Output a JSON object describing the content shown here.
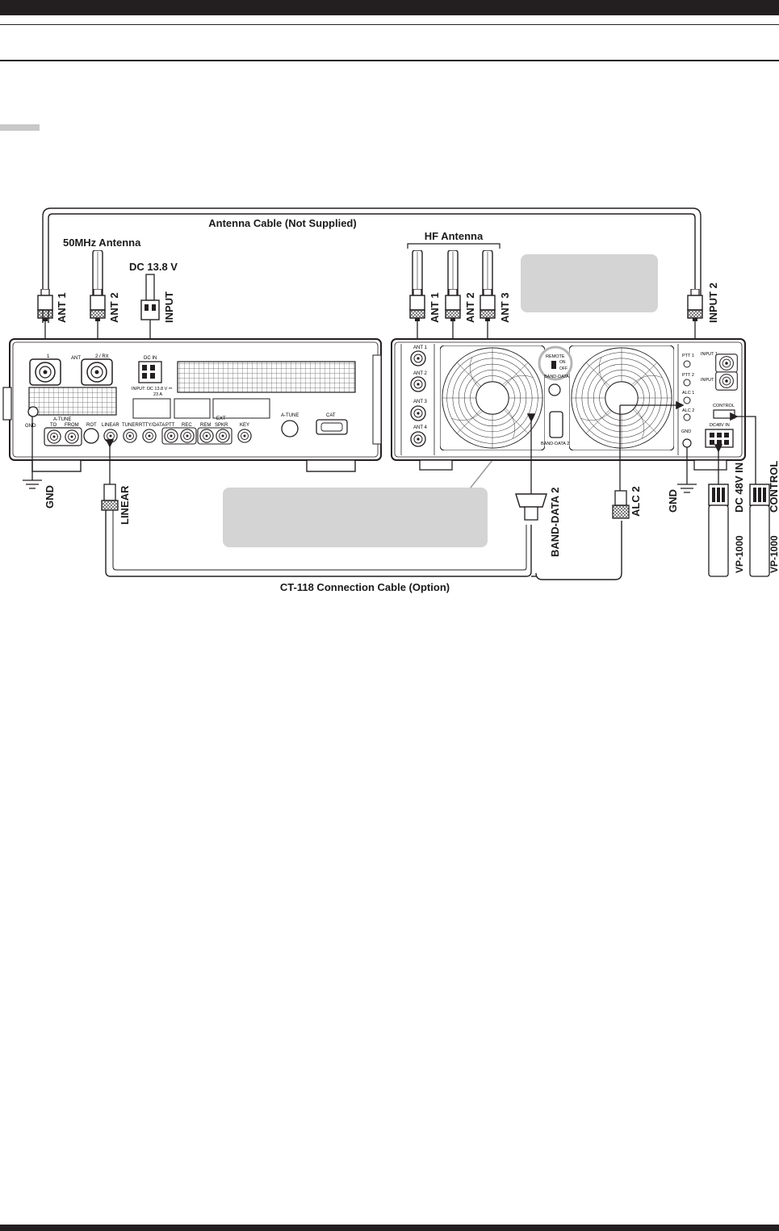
{
  "header": {
    "title": "",
    "subtitle": ""
  },
  "section_marker": "",
  "diagram": {
    "top_labels": {
      "antenna_cable": "Antenna Cable (Not Supplied)",
      "ant_50mhz": "50MHz  Antenna",
      "dc_supply": "DC 13.8 V",
      "hf_antenna": "HF Antenna",
      "bottom_cable": "CT-118 Connection Cable (Option)"
    },
    "transceiver": {
      "vertical_labels": {
        "ant1": "ANT 1",
        "ant2": "ANT 2",
        "input": "INPUT",
        "gnd": "GND",
        "linear": "LINEAR"
      },
      "panel_text": {
        "ant": "ANT",
        "ant_1": "1",
        "ant_2rx": "2 / RX",
        "dc_in": "DC IN",
        "dc_rating": "INPUT: DC 13.8 V ⎓",
        "dc_amps": "23 A",
        "gnd": "GND",
        "atune": "A-TUNE",
        "to": "TO",
        "from": "FROM",
        "rot": "ROT",
        "linear": "LINEAR",
        "tuner": "TUNER",
        "rtty": "RTTY/DATA",
        "ptt": "PTT",
        "rec": "REC",
        "rem": "REM",
        "ext": "EXT",
        "spkr": "SPKR",
        "key": "KEY",
        "atune2": "A-TUNE",
        "cat": "CAT"
      }
    },
    "amplifier": {
      "vertical_labels": {
        "ant1": "ANT 1",
        "ant2": "ANT 2",
        "ant3": "ANT 3",
        "input2": "INPUT 2",
        "band_data2": "BAND-DATA 2",
        "alc2": "ALC 2",
        "gnd": "GND",
        "dc48": "DC 48V IN",
        "control": "CONTROL",
        "vp1": "VP-1000",
        "vp2": "VP-1000"
      },
      "panel_text": {
        "ant1": "ANT 1",
        "ant2": "ANT 2",
        "ant3": "ANT 3",
        "ant4": "ANT 4",
        "remote": "REMOTE",
        "on": "ON",
        "off": "OFF",
        "band_data": "BAND-DATA",
        "band_data2": "BAND-DATA 2",
        "ptt1": "PTT 1",
        "ptt2": "PTT 2",
        "alc1": "ALC 1",
        "alc2": "ALC 2",
        "input1": "INPUT 1",
        "input2": "INPUT 2",
        "control": "CONTROL",
        "dc48": "DC48V  IN",
        "gnd": "GND"
      }
    },
    "callouts": {
      "upper": "",
      "lower": ""
    }
  },
  "colors": {
    "ink": "#231f20",
    "callout_fill": "#d4d4d4",
    "highlight_ring": "#b5b5b5"
  }
}
